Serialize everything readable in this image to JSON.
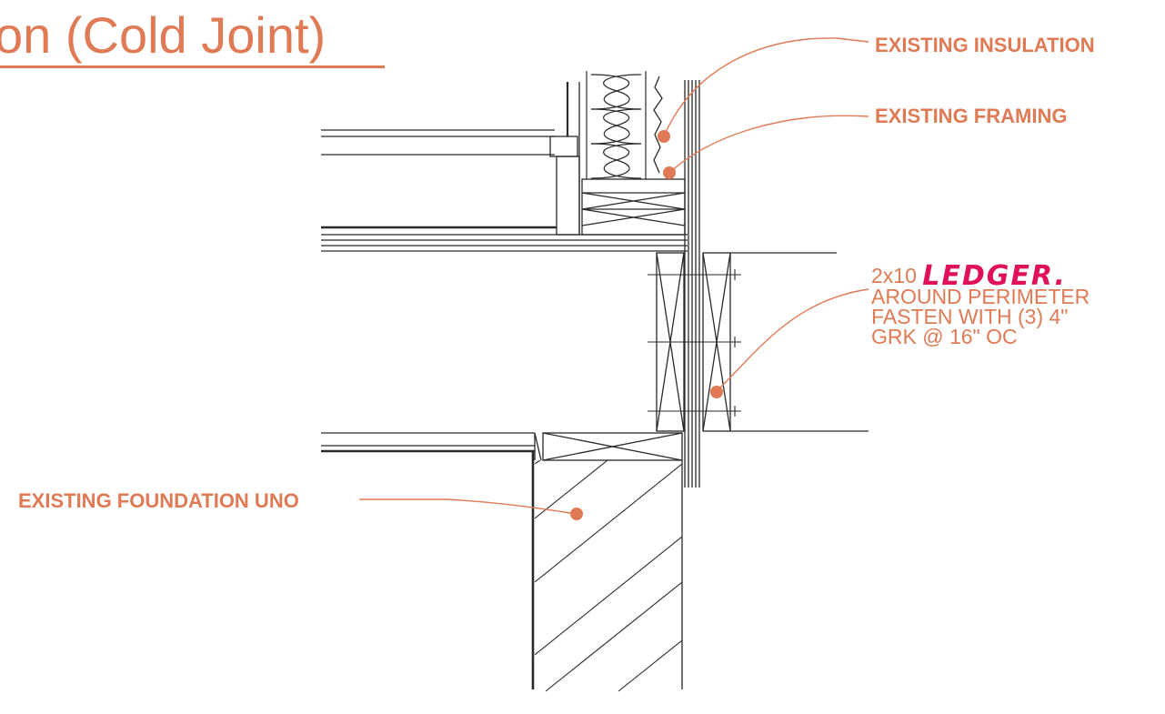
{
  "title": "on (Cold Joint)",
  "labels": {
    "insulation": "EXISTING INSULATION",
    "framing": "EXISTING FRAMING",
    "foundation": "EXISTING FOUNDATION UNO"
  },
  "ledger_note": {
    "size": "2x10",
    "handwritten": "LEDGER.",
    "line2": "AROUND PERIMETER",
    "line3": "FASTEN WITH (3) 4\"",
    "line4": "GRK @ 16\" OC"
  },
  "colors": {
    "annotation": "#e07a55",
    "handwriting": "#e0105a",
    "linework": "#2a2a2a"
  }
}
